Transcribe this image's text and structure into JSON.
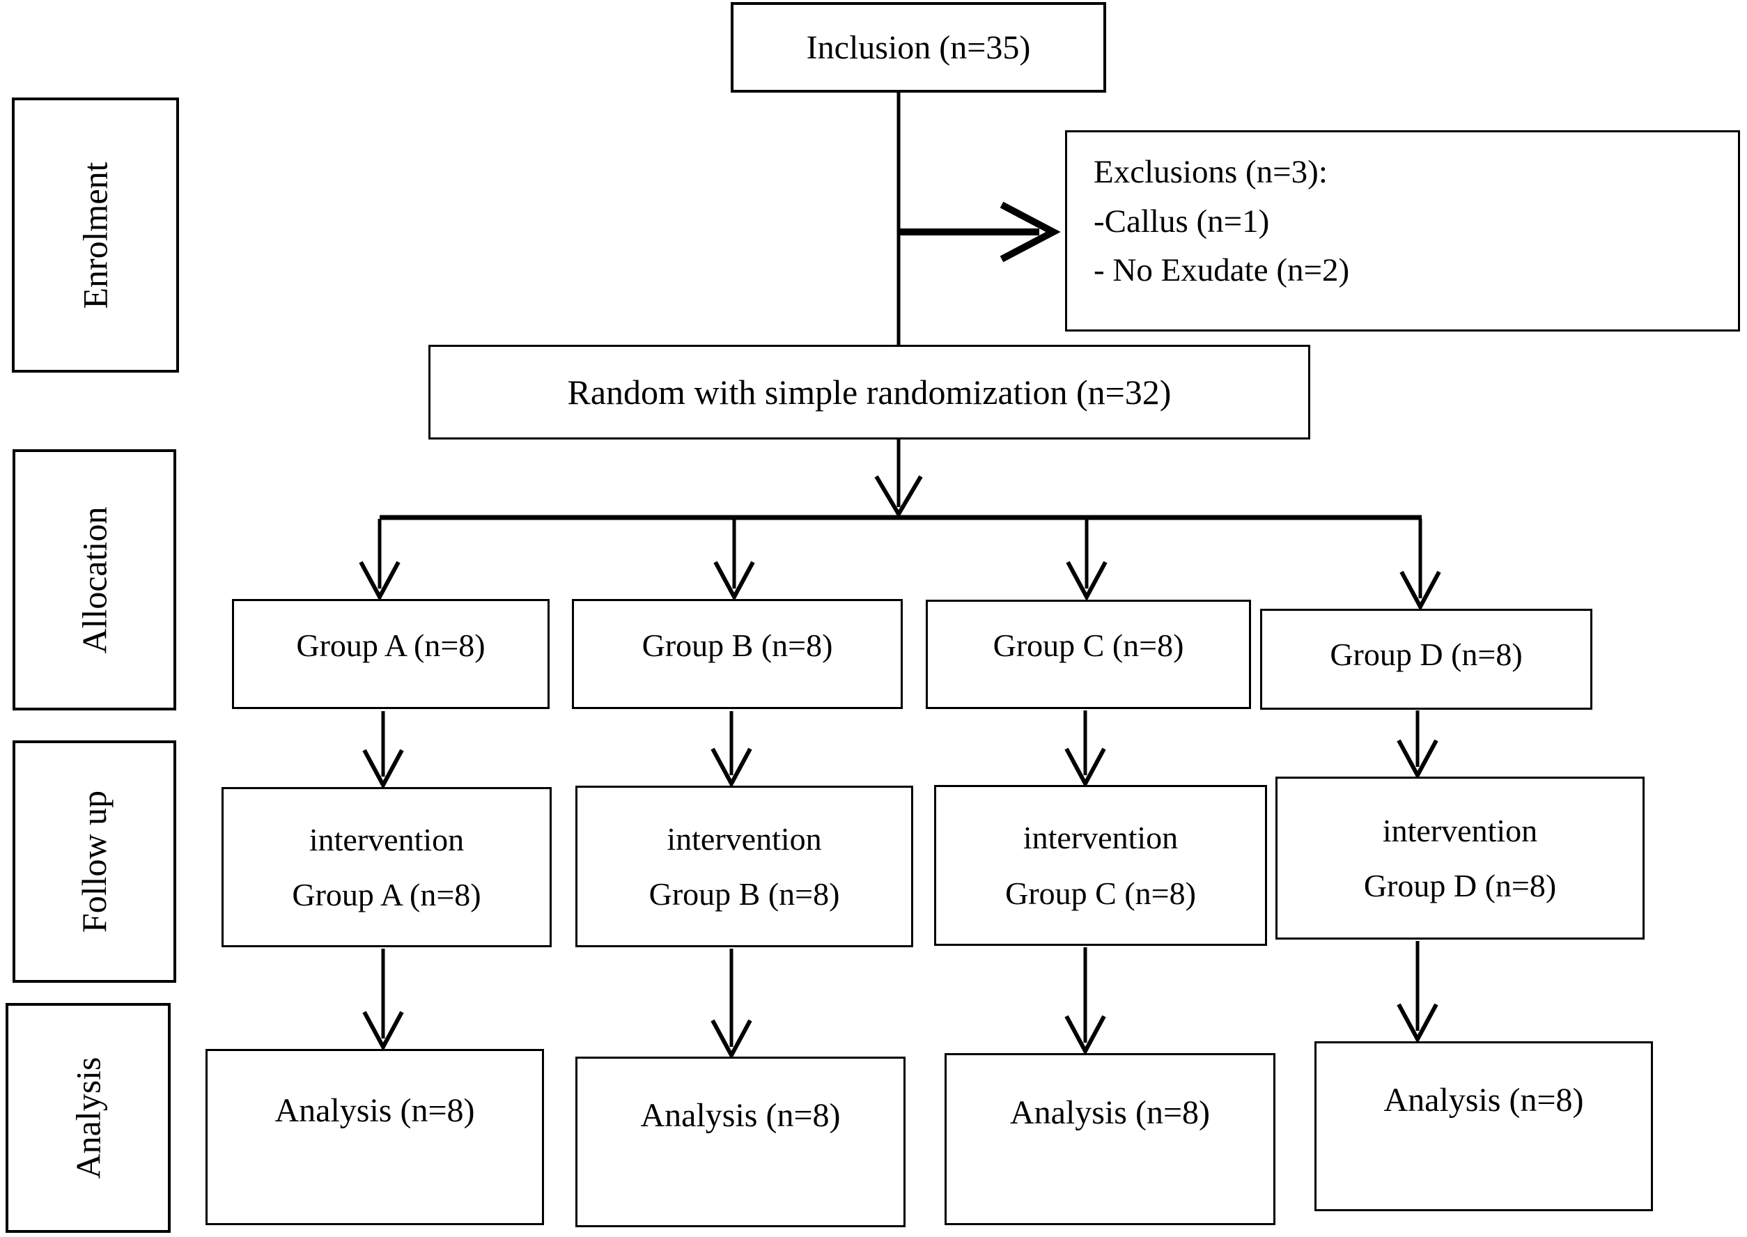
{
  "diagram": {
    "inclusion": {
      "label": "Inclusion (n=35)"
    },
    "exclusions": {
      "title": "Exclusions (n=3):",
      "items": [
        "-Callus (n=1)",
        "- No Exudate (n=2)"
      ]
    },
    "randomization": {
      "label": "Random with simple randomization (n=32)"
    },
    "stages": [
      {
        "label": "Enrolment"
      },
      {
        "label": "Allocation"
      },
      {
        "label": "Follow up"
      },
      {
        "label": "Analysis"
      }
    ],
    "groups": [
      {
        "label": "Group A (n=8)"
      },
      {
        "label": "Group B (n=8)"
      },
      {
        "label": "Group C (n=8)"
      },
      {
        "label": "Group D (n=8)"
      }
    ],
    "interventions": [
      {
        "line1": "intervention",
        "line2": "Group A (n=8)"
      },
      {
        "line1": "intervention",
        "line2": "Group B (n=8)"
      },
      {
        "line1": "intervention",
        "line2": "Group C (n=8)"
      },
      {
        "line1": "intervention",
        "line2": "Group D (n=8)"
      }
    ],
    "analyses": [
      {
        "label": "Analysis (n=8)"
      },
      {
        "label": "Analysis (n=8)"
      },
      {
        "label": "Analysis (n=8)"
      },
      {
        "label": "Analysis (n=8)"
      }
    ],
    "colors": {
      "line": "#000000",
      "border": "#000000",
      "background": "#ffffff",
      "text": "#000000"
    }
  }
}
